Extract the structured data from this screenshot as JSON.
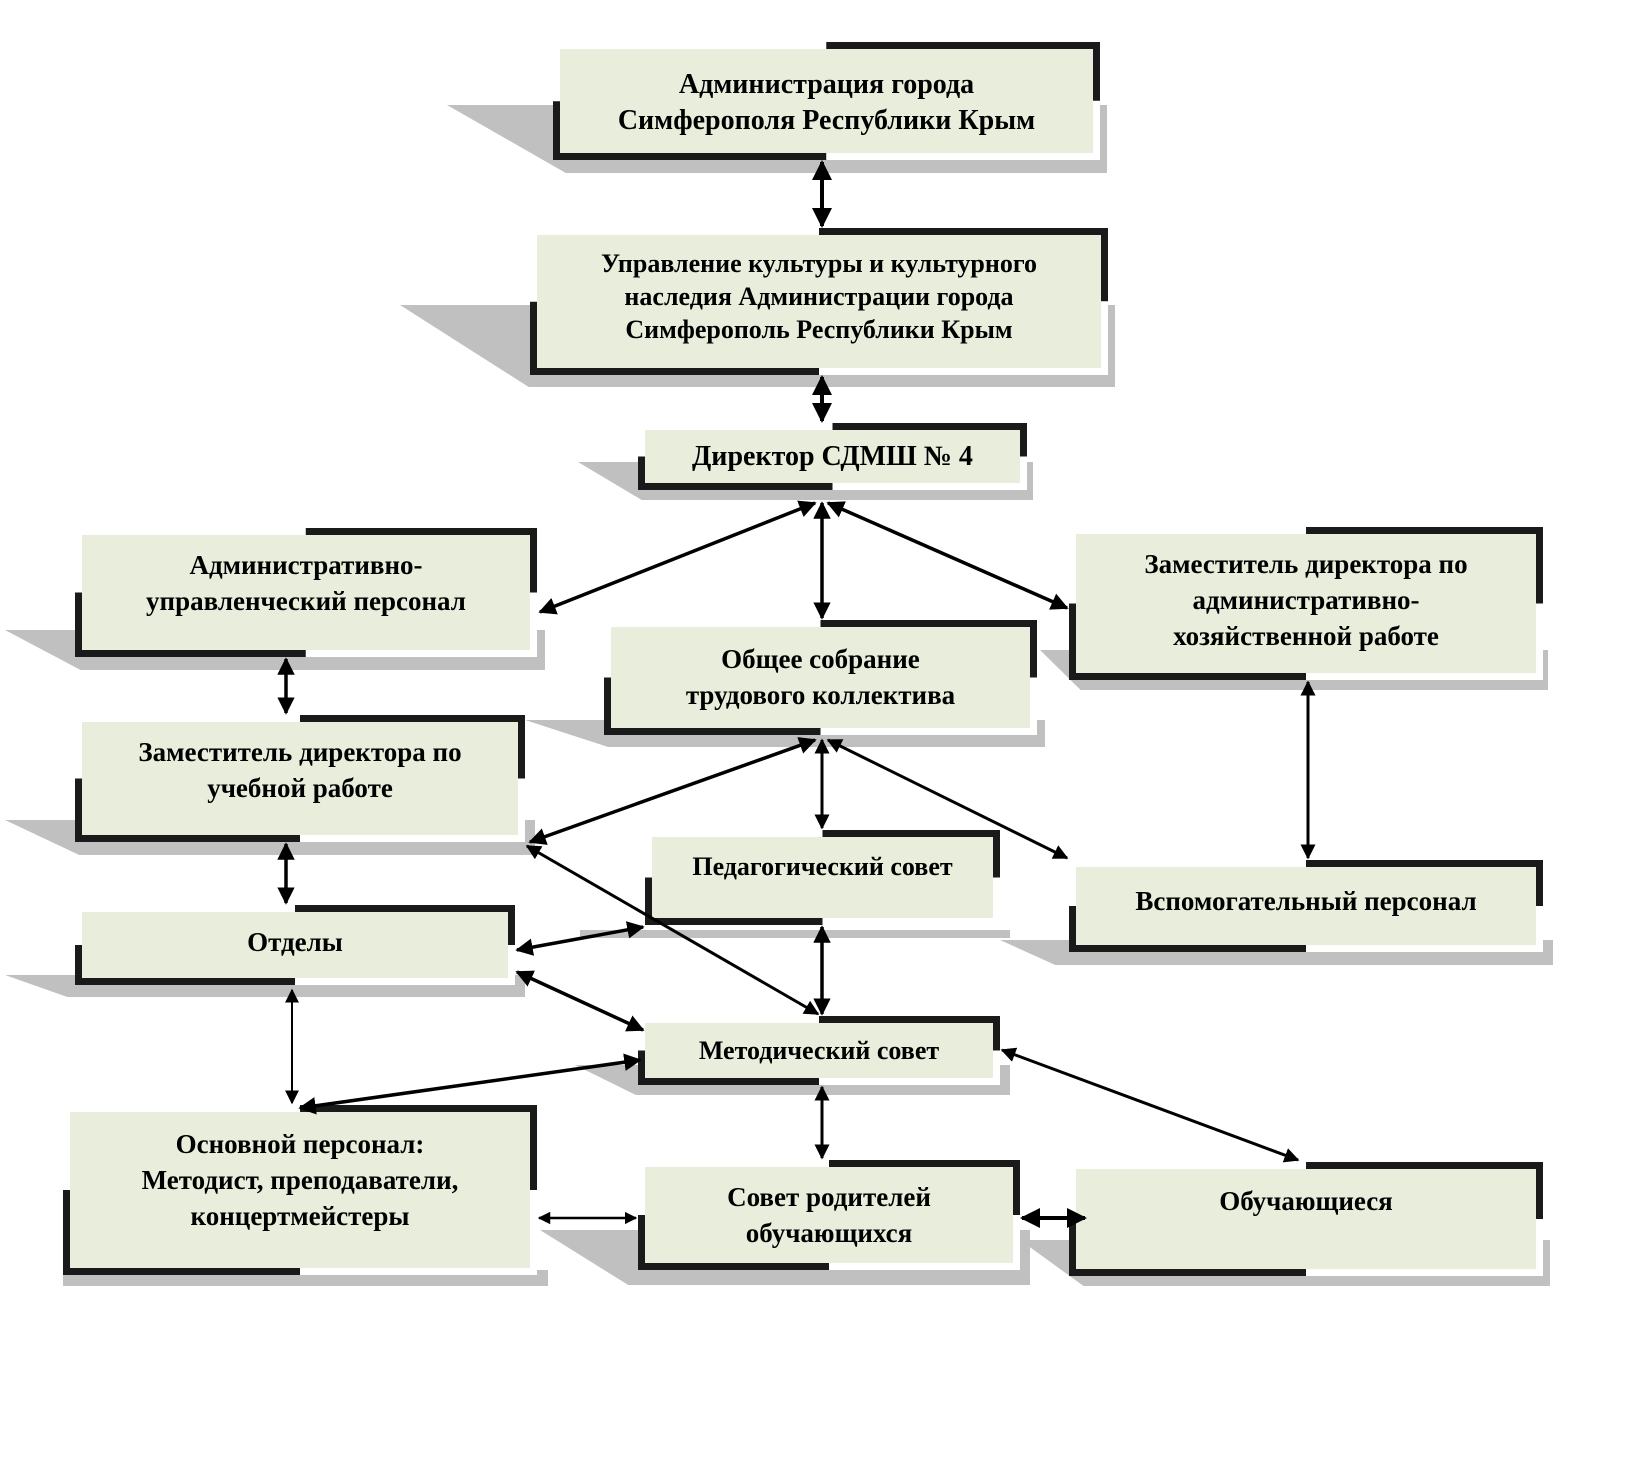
{
  "diagram": {
    "type": "organizational-structure",
    "nodes": [
      {
        "id": "city_admin",
        "label": "Администрация города\nСимферополя Республики Крым"
      },
      {
        "id": "culture_dept",
        "label": "Управление культуры и культурного\nнаследия Администрации города\nСимферополь Республики Крым"
      },
      {
        "id": "director",
        "label": "Директор СДМШ № 4"
      },
      {
        "id": "admin_staff",
        "label": "Административно-\nуправленческий персонал"
      },
      {
        "id": "general_meeting",
        "label": "Общее собрание\nтрудового  коллектива"
      },
      {
        "id": "deputy_ahr",
        "label": "Заместитель директора по\nадминистративно-\nхозяйственной работе"
      },
      {
        "id": "deputy_edu",
        "label": "Заместитель директора по\nучебной работе"
      },
      {
        "id": "ped_council",
        "label": "Педагогический совет"
      },
      {
        "id": "support_staff",
        "label": "Вспомогательный  персонал"
      },
      {
        "id": "departments",
        "label": "Отделы"
      },
      {
        "id": "method_council",
        "label": "Методический совет"
      },
      {
        "id": "main_staff",
        "label": "Основной персонал:\nМетодист, преподаватели,\nконцертмейстеры"
      },
      {
        "id": "parents_council",
        "label": "Совет родителей\nобучающихся"
      },
      {
        "id": "students",
        "label": "Обучающиеся"
      }
    ],
    "edges": [
      {
        "from": "city_admin",
        "to": "culture_dept",
        "direction": "both"
      },
      {
        "from": "culture_dept",
        "to": "director",
        "direction": "both"
      },
      {
        "from": "director",
        "to": "admin_staff",
        "direction": "both"
      },
      {
        "from": "director",
        "to": "general_meeting",
        "direction": "both"
      },
      {
        "from": "director",
        "to": "deputy_ahr",
        "direction": "both"
      },
      {
        "from": "admin_staff",
        "to": "deputy_edu",
        "direction": "both"
      },
      {
        "from": "deputy_ahr",
        "to": "support_staff",
        "direction": "both"
      },
      {
        "from": "general_meeting",
        "to": "deputy_edu",
        "direction": "both"
      },
      {
        "from": "general_meeting",
        "to": "ped_council",
        "direction": "both"
      },
      {
        "from": "general_meeting",
        "to": "support_staff",
        "direction": "both"
      },
      {
        "from": "deputy_edu",
        "to": "departments",
        "direction": "both"
      },
      {
        "from": "deputy_edu",
        "to": "method_council",
        "direction": "both"
      },
      {
        "from": "departments",
        "to": "ped_council",
        "direction": "both"
      },
      {
        "from": "departments",
        "to": "method_council",
        "direction": "both"
      },
      {
        "from": "ped_council",
        "to": "method_council",
        "direction": "both"
      },
      {
        "from": "departments",
        "to": "main_staff",
        "direction": "both"
      },
      {
        "from": "method_council",
        "to": "main_staff",
        "direction": "both"
      },
      {
        "from": "method_council",
        "to": "parents_council",
        "direction": "both"
      },
      {
        "from": "method_council",
        "to": "students",
        "direction": "both"
      },
      {
        "from": "main_staff",
        "to": "parents_council",
        "direction": "both"
      },
      {
        "from": "parents_council",
        "to": "students",
        "direction": "both"
      }
    ],
    "colors": {
      "box_fill": "#e8eedb",
      "shadow": "#c0c0c0",
      "text": "#000000",
      "arrow": "#000000"
    }
  }
}
